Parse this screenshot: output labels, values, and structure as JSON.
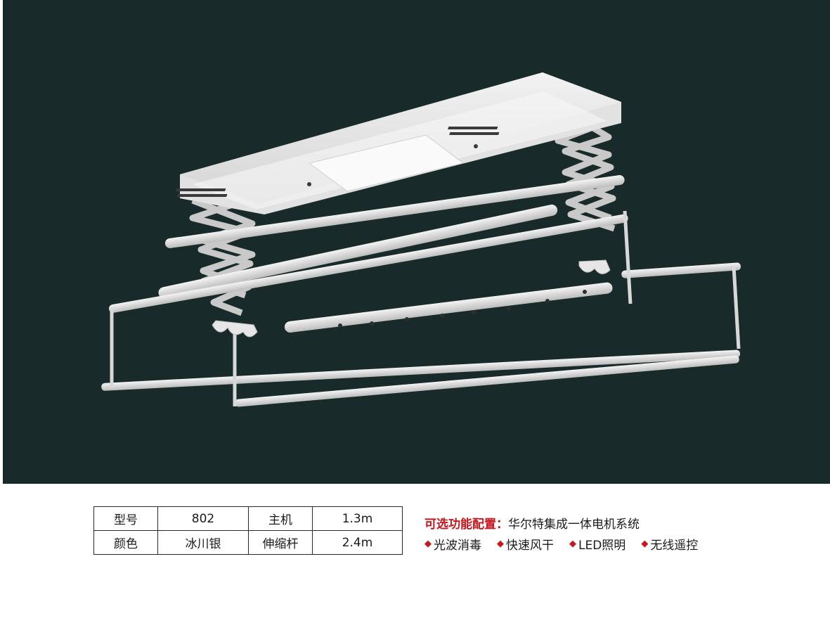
{
  "photo": {
    "subject": "ceiling-mounted electric clothes drying rack",
    "background_color": "#182a29"
  },
  "spec_table": {
    "rows": [
      [
        "型号",
        "802",
        "主机",
        "1.3m"
      ],
      [
        "颜色",
        "冰川银",
        "伸缩杆",
        "2.4m"
      ]
    ]
  },
  "options": {
    "title": "可选功能配置：",
    "value": "华尔特集成一体电机系统",
    "bullet_color": "#c8171e",
    "features": [
      "光波消毒",
      "快速风干",
      "LED照明",
      "无线遥控"
    ]
  }
}
